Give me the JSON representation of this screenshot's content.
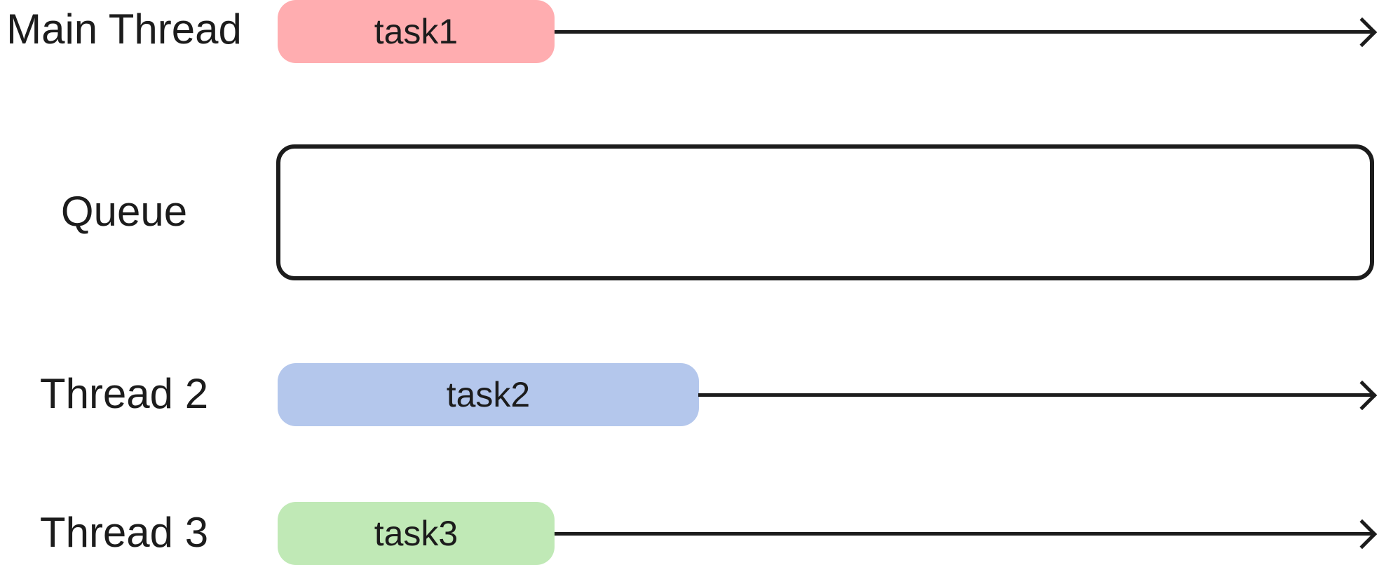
{
  "rows": {
    "main_thread": {
      "label": "Main Thread",
      "task": "task1",
      "task_color": "#ffadb0"
    },
    "queue": {
      "label": "Queue"
    },
    "thread_2": {
      "label": "Thread 2",
      "task": "task2",
      "task_color": "#b4c7ec"
    },
    "thread_3": {
      "label": "Thread 3",
      "task": "task3",
      "task_color": "#c0e9b6"
    }
  },
  "colors": {
    "stroke": "#1c1c1c",
    "background": "#ffffff"
  }
}
